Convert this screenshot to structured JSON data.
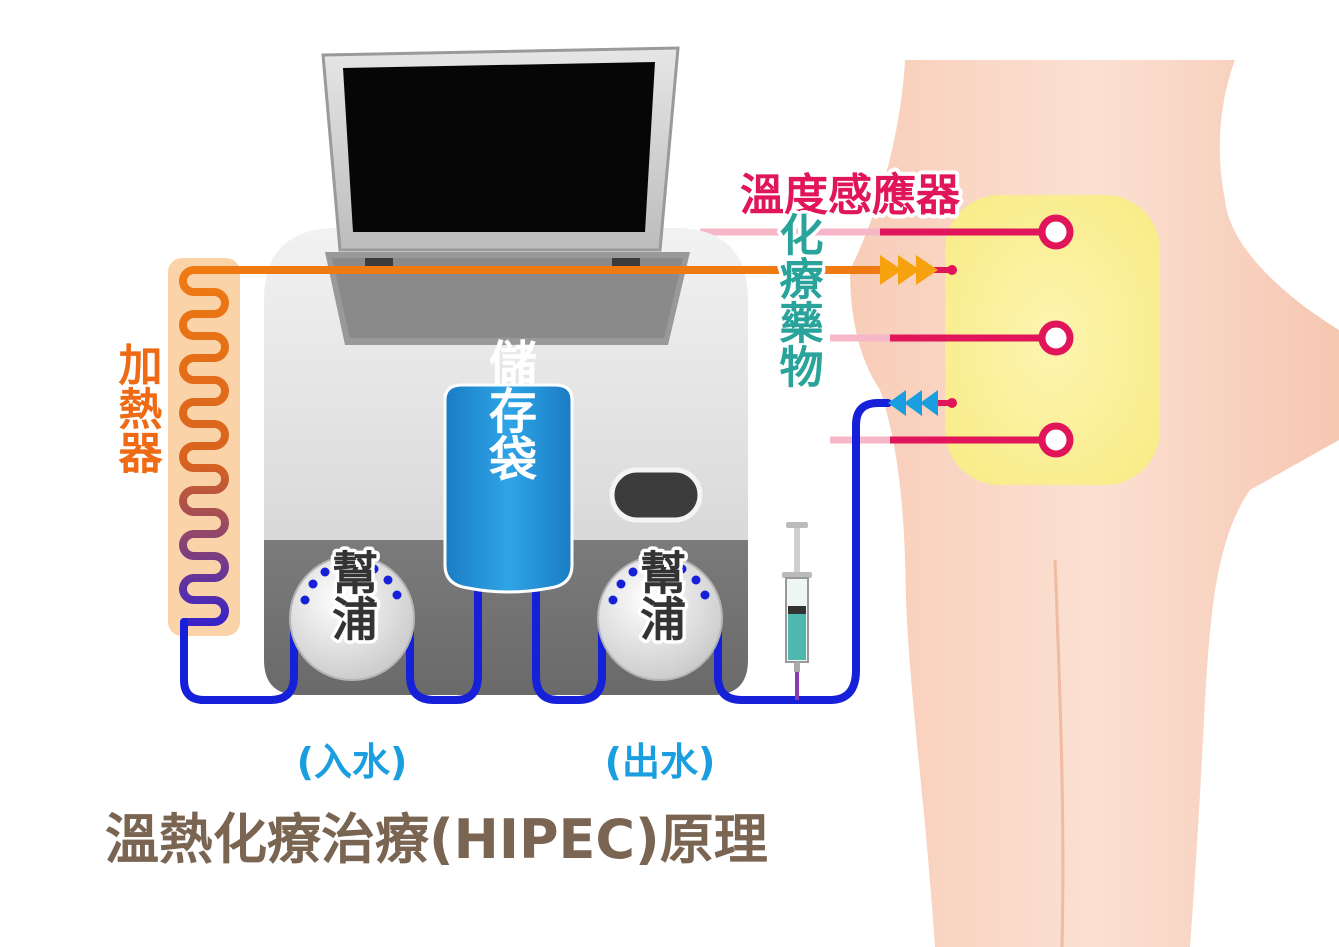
{
  "title": "溫熱化療治療(HIPEC)原理",
  "labels": {
    "heater": "加熱器",
    "storage_bag": "儲存袋",
    "pump_in": "幫浦",
    "pump_in_note": "(入水)",
    "pump_out": "幫浦",
    "pump_out_note": "(出水)",
    "temp_sensor": "溫度感應器",
    "chemo_drug": "化療藥物"
  },
  "icons": {
    "inflow_arrows": "triple-chevron-right-icon",
    "outflow_arrows": "triple-chevron-left-icon",
    "syringe": "syringe-icon",
    "sensor_probe": "ring-probe-icon"
  },
  "colors": {
    "heater_tube": "#f07a12",
    "circulation_tube": "#1520d8",
    "sensor": "#e0155a",
    "drug_label": "#2aa39a",
    "pump_note": "#1a9ee0",
    "title": "#7a6552",
    "body_skin": "#f9d6c4",
    "abdomen": "#fbf09a"
  }
}
